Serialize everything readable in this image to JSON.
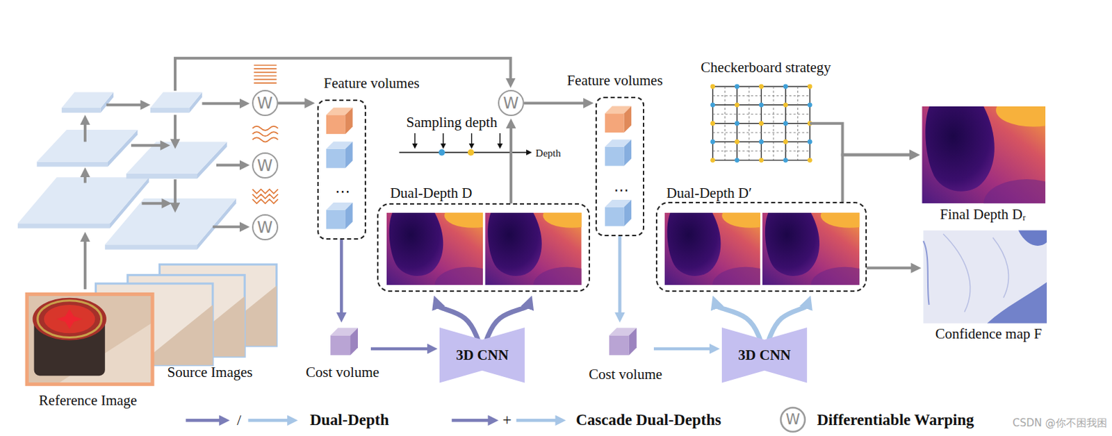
{
  "diagram": {
    "nodes": [
      {
        "text": [
          "Reference Image"
        ]
      },
      {
        "text": [
          "Source Images"
        ]
      },
      {
        "text": [
          "W"
        ]
      },
      {
        "text": [
          "W"
        ]
      },
      {
        "text": [
          "W"
        ]
      },
      {
        "text": [
          "Feature volumes",
          "⋯"
        ]
      },
      {
        "text": [
          "Cost volume"
        ]
      },
      {
        "text": [
          "3D CNN"
        ]
      },
      {
        "text": [
          "Dual-Depth D"
        ]
      },
      {
        "text": [
          "W"
        ]
      },
      {
        "text": [
          "Feature volumes",
          "⋯"
        ]
      },
      {
        "text": [
          "Cost volume"
        ]
      },
      {
        "text": [
          "3D CNN"
        ]
      },
      {
        "text": [
          "Dual-Depth D′"
        ]
      },
      {
        "text": [
          "Checkerboard strategy"
        ]
      },
      {
        "text": [
          "Final Depth Dᵣ"
        ]
      },
      {
        "text": [
          "Confidence map F"
        ]
      }
    ],
    "edges": [
      {
        "from": 2,
        "to": 5,
        "arrow": "to"
      },
      {
        "from": 5,
        "to": 6,
        "arrow": "to"
      },
      {
        "from": 6,
        "to": 7,
        "arrow": "to"
      },
      {
        "from": 7,
        "to": 8,
        "arrow": "to"
      },
      {
        "from": 7,
        "to": 8,
        "arrow": "to"
      },
      {
        "from": 8,
        "to": 9,
        "arrow": "to"
      },
      {
        "from": 9,
        "to": 10,
        "arrow": "to"
      },
      {
        "from": 10,
        "to": 11,
        "arrow": "to"
      },
      {
        "from": 11,
        "to": 12,
        "arrow": "to"
      },
      {
        "from": 12,
        "to": 13,
        "arrow": "to"
      },
      {
        "from": 12,
        "to": 13,
        "arrow": "to"
      },
      {
        "from": 13,
        "to": 15,
        "arrow": "to"
      },
      {
        "from": 14,
        "to": 15,
        "arrow": "to"
      },
      {
        "from": 13,
        "to": 16,
        "arrow": "to"
      }
    ],
    "labels": [
      "Sampling depth",
      "Depth",
      "/",
      "+",
      "W",
      "CSDN @你不困我困"
    ],
    "legend": [
      {
        "text": "Dual-Depth"
      },
      {
        "text": "Cascade Dual-Depths"
      },
      {
        "text": "Differentiable Warping"
      }
    ]
  }
}
